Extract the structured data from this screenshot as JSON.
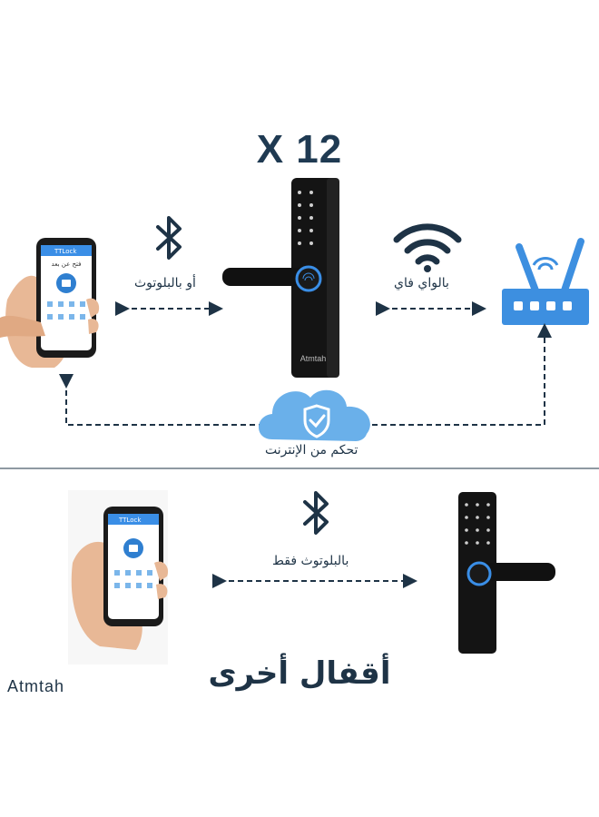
{
  "title": "X 12",
  "labels": {
    "bluetooth_or": "أو بالبلوتوث",
    "wifi": "بالواي فاي",
    "internet": "تحكم من الإنترنت",
    "bluetooth_only": "بالبلوتوث فقط"
  },
  "phone_top": {
    "app_name": "TTLock",
    "screen_title": "فتح عن بعد"
  },
  "phone_bottom": {
    "app_name": "TTLock"
  },
  "lock_brand": "Atmtah",
  "bottom_title": "أقفال أخرى",
  "brand": "Atmtah",
  "icons": [
    "bluetooth-icon",
    "wifi-icon",
    "cloud-shield-icon",
    "router-icon",
    "fingerprint-icon"
  ],
  "colors": {
    "text": "#1e3346",
    "accent_blue": "#2f7fd0",
    "router_blue": "#3d8fe0",
    "cloud_blue": "#6ab0ea"
  }
}
